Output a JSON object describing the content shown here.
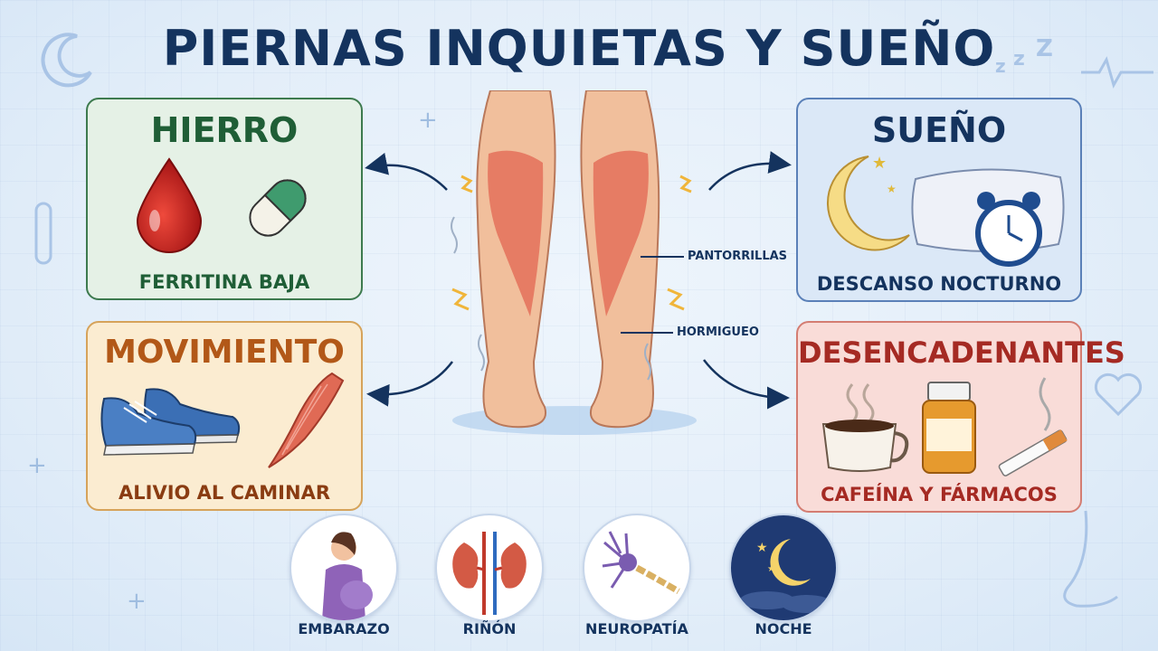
{
  "title": "PIERNAS INQUIETAS Y SUEÑO",
  "cards": {
    "hierro": {
      "title": "HIERRO",
      "caption": "FERRITINA BAJA"
    },
    "sueno": {
      "title": "SUEÑO",
      "caption": "DESCANSO NOCTURNO"
    },
    "movimiento": {
      "title": "MOVIMIENTO",
      "caption": "ALIVIO AL CAMINAR"
    },
    "desencadenantes": {
      "title": "DESENCADENANTES",
      "caption": "CAFEÍNA Y FÁRMACOS"
    }
  },
  "legs": {
    "label_calves": "PANTORRILLAS",
    "label_tingling": "HORMIGUEO"
  },
  "factors": [
    {
      "label": "EMBARAZO",
      "icon": "pregnant-woman-icon"
    },
    {
      "label": "RIÑÓN",
      "icon": "kidneys-icon"
    },
    {
      "label": "NEUROPATÍA",
      "icon": "neuron-icon"
    },
    {
      "label": "NOCHE",
      "icon": "night-moon-icon"
    }
  ],
  "colors": {
    "title": "#14335e",
    "hierro": "#1f5e36",
    "movimiento": "#b25818",
    "desencadenantes": "#a52a23",
    "sueno": "#14335e"
  }
}
